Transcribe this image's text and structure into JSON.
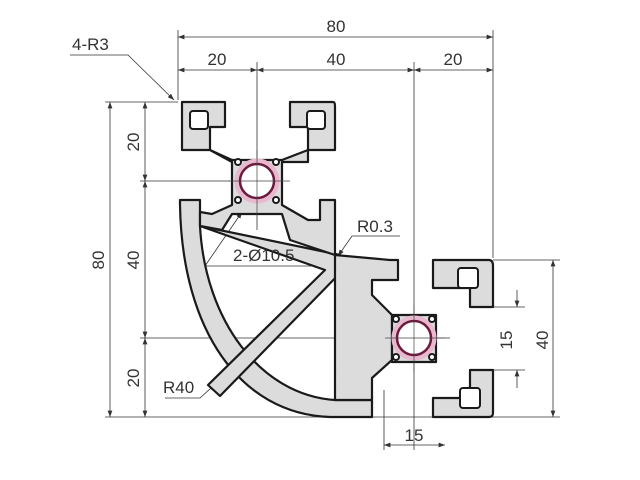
{
  "drawing": {
    "top_overall": "80",
    "top_segments": [
      "20",
      "40",
      "20"
    ],
    "corner_radius_note": "4-R3",
    "left_overall": "80",
    "left_segments": [
      "20",
      "40",
      "20"
    ],
    "right_overall": "40",
    "right_slot": "15",
    "bottom_slot": "15",
    "fillet_note": "R0.3",
    "bore_note": "2-Ø10.5",
    "arc_note": "R40",
    "bore_highlight_color": "#b0306a",
    "profile_fill_color": "#dcdcdc"
  }
}
